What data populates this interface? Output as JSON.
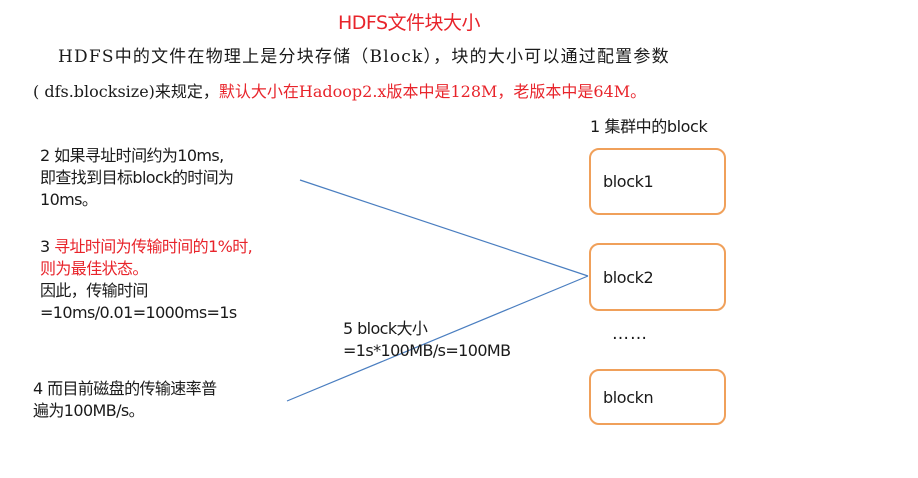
{
  "title": "HDFS文件块大小",
  "intro": {
    "line1": "HDFS中的文件在物理上是分块存储（Block），块的大小可以通过配置参数",
    "line2_prefix": "( dfs.blocksize)来规定，",
    "line2_highlight": "默认大小在Hadoop2.x版本中是128M，老版本中是64M。"
  },
  "cluster": {
    "label": "1 集群中的block",
    "blocks": [
      "block1",
      "block2",
      "……",
      "blockn"
    ]
  },
  "notes": {
    "seek": [
      "2 如果寻址时间约为10ms,",
      "即查找到目标block的时间为",
      "10ms。"
    ],
    "ratio_number": "3 ",
    "ratio_highlight": [
      "寻址时间为传输时间的1%时,",
      "则为最佳状态。"
    ],
    "ratio_followup": [
      "因此，传输时间",
      "=10ms/0.01=1000ms=1s"
    ],
    "disk": [
      "4 而目前磁盘的传输速率普",
      "遍为100MB/s。"
    ],
    "block_size": [
      "5 block大小",
      "=1s*100MB/s=100MB"
    ]
  },
  "colors": {
    "highlight": "#e8242b",
    "box_border": "#f0a05a",
    "connector": "#4a7ec0"
  }
}
